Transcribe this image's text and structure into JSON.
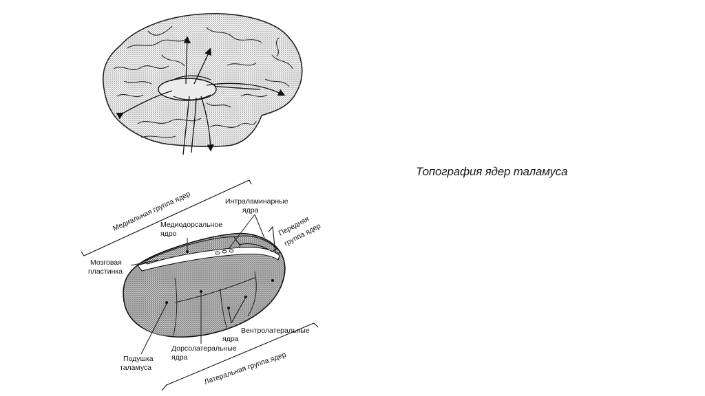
{
  "slide": {
    "title": "Топография ядер таламуса"
  },
  "diagram": {
    "labels": {
      "medial_group": "Медиальная группа ядер",
      "intralaminar_1": "Интраламинарные",
      "intralaminar_2": "ядра",
      "mediodorsal_1": "Медиодорсальное",
      "mediodorsal_2": "ядро",
      "anterior_group_1": "Передняя",
      "anterior_group_2": "группа ядер",
      "medullary_lamina_1": "Мозговая",
      "medullary_lamina_2": "пластинка",
      "ventrolateral_1": "Вентролатеральные",
      "ventrolateral_2": "ядра",
      "dorsolateral_1": "Дорсолатеральные",
      "dorsolateral_2": "ядра",
      "pulvinar_1": "Подушка",
      "pulvinar_2": "таламуса",
      "lateral_group": "Латеральная группа ядер"
    }
  }
}
